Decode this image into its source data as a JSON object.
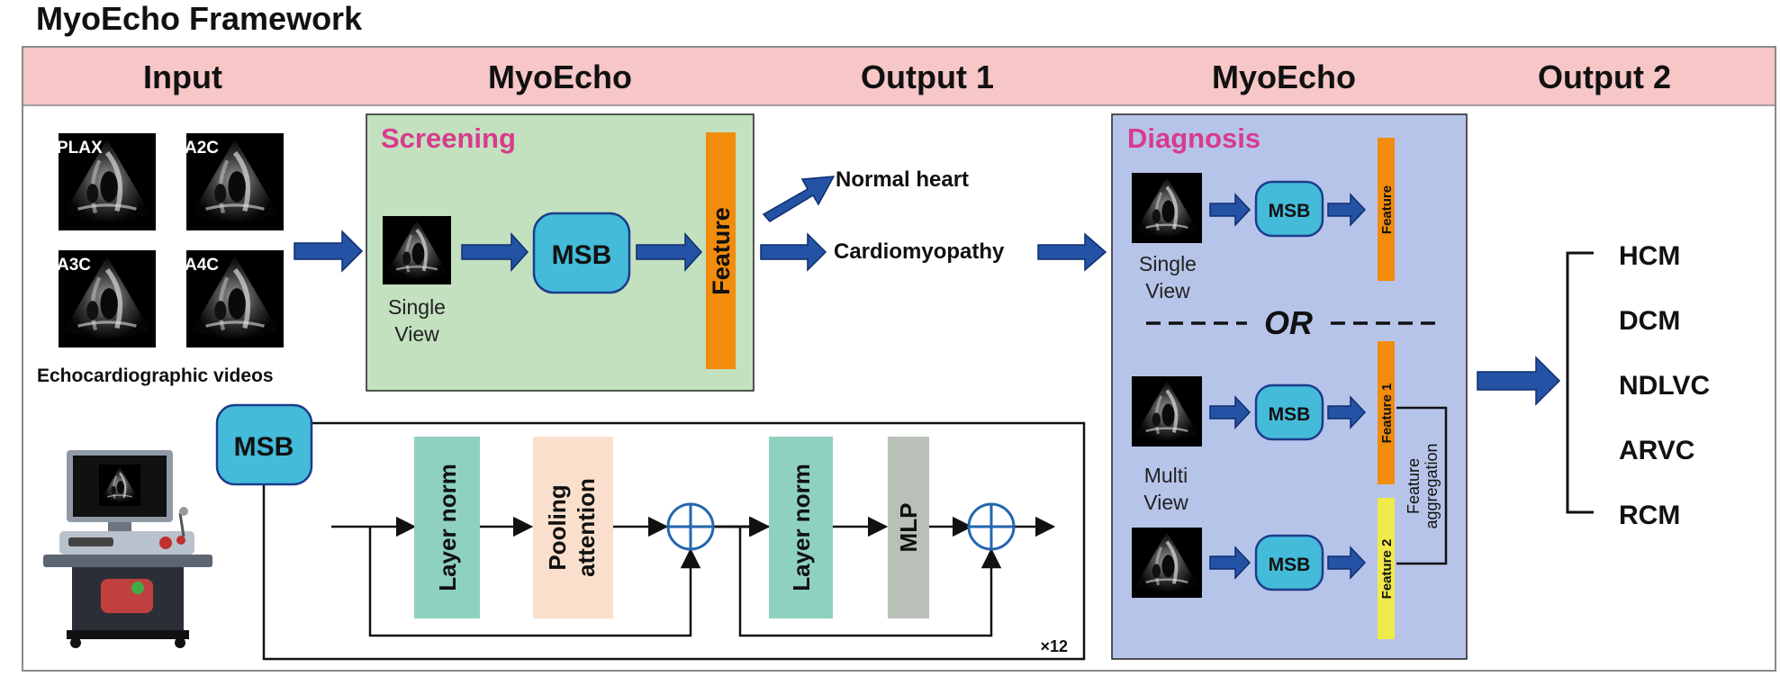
{
  "title": "MyoEcho Framework",
  "header": {
    "input": "Input",
    "myoecho_1": "MyoEcho",
    "output_1": "Output 1",
    "myoecho_2": "MyoEcho",
    "output_2": "Output 2"
  },
  "input": {
    "views": [
      "PLAX",
      "A2C",
      "A3C",
      "A4C"
    ],
    "caption": "Echocardiographic videos"
  },
  "screening": {
    "title": "Screening",
    "view_label_1": "Single",
    "view_label_2": "View",
    "msb": "MSB",
    "feature": "Feature"
  },
  "output1": {
    "normal": "Normal heart",
    "cardiomyopathy": "Cardiomyopathy"
  },
  "diagnosis": {
    "title": "Diagnosis",
    "single_label_1": "Single",
    "single_label_2": "View",
    "msb": "MSB",
    "feature": "Feature",
    "or": "OR",
    "multi_label_1": "Multi",
    "multi_label_2": "View",
    "feature_1": "Feature 1",
    "feature_2": "Feature 2",
    "aggregation_1": "Feature",
    "aggregation_2": "aggregation"
  },
  "msb_block": {
    "title": "MSB",
    "layer_norm_1": "Layer norm",
    "pooling_1": "Pooling",
    "pooling_2": "attention",
    "layer_norm_2": "Layer norm",
    "mlp": "MLP",
    "repeat": "×12"
  },
  "output2": {
    "classes": [
      "HCM",
      "DCM",
      "NDLVC",
      "ARVC",
      "RCM"
    ]
  },
  "colors": {
    "header_bg": "#f7c6c6",
    "screening_bg": "#c3e1bf",
    "diagnosis_bg": "#b7c4ea",
    "msb_fill": "#43bbd9",
    "msb_stroke": "#1d3c8c",
    "feature_orange": "#f28c0c",
    "feature_yellow": "#f0ea4a",
    "arrow_blue": "#2452a4",
    "layer_norm": "#8fd1c0",
    "pooling": "#fae0cc",
    "mlp": "#b9c0b8",
    "title_pink": "#d83b8e",
    "plus_blue": "#2366b0"
  }
}
